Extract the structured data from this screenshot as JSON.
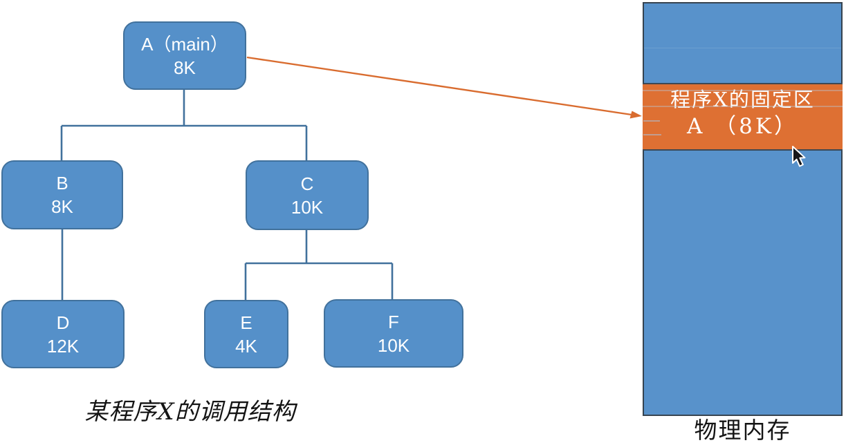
{
  "diagram": {
    "caption_left": "某程序X的调用结构",
    "caption_right": "物理内存",
    "tree": {
      "nodes": [
        {
          "id": "A",
          "label": "A（main）",
          "size": "8K"
        },
        {
          "id": "B",
          "label": "B",
          "size": "8K"
        },
        {
          "id": "C",
          "label": "C",
          "size": "10K"
        },
        {
          "id": "D",
          "label": "D",
          "size": "12K"
        },
        {
          "id": "E",
          "label": "E",
          "size": "4K"
        },
        {
          "id": "F",
          "label": "F",
          "size": "10K"
        }
      ]
    },
    "memory": {
      "fixed_region_line1": "程序X的固定区",
      "fixed_region_line2": "A （8K）"
    },
    "cursor_icon": "mouse-arrow-cursor",
    "colors": {
      "node_fill": "#5590C9",
      "node_border": "#41719C",
      "connector": "#41719C",
      "memory_fill": "#5892CB",
      "memory_border": "#36434F",
      "fixed_region_fill": "#DE7033",
      "fixed_region_border": "#3C4854",
      "arrow": "#D96C2F",
      "text_on_fill": "#FFFFFF",
      "caption_text": "#141414"
    }
  }
}
